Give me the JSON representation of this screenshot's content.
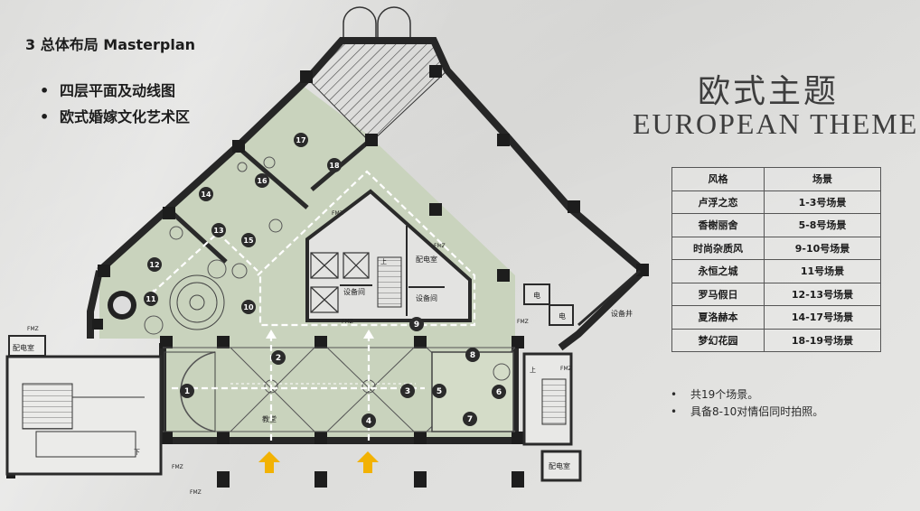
{
  "header": {
    "title": "3 总体布局 Masterplan",
    "bullets": [
      "四层平面及动线图",
      "欧式婚嫁文化艺术区"
    ]
  },
  "theme": {
    "cn_title": "欧式主题",
    "en_title": "EUROPEAN THEME"
  },
  "table": {
    "headers": [
      "风格",
      "场景"
    ],
    "rows": [
      [
        "卢浮之恋",
        "1-3号场景"
      ],
      [
        "香榭丽舍",
        "5-8号场景"
      ],
      [
        "时尚杂质风",
        "9-10号场景"
      ],
      [
        "永恒之城",
        "11号场景"
      ],
      [
        "罗马假日",
        "12-13号场景"
      ],
      [
        "夏洛赫本",
        "14-17号场景"
      ],
      [
        "梦幻花园",
        "18-19号场景"
      ]
    ]
  },
  "notes": [
    "共19个场景。",
    "具备8-10对情侣同时拍照。"
  ],
  "plan": {
    "room_labels": {
      "power_room_left": "配电室",
      "power_room_center": "配电室",
      "power_room_bottom": "配电室",
      "equipment_room_1": "设备间",
      "equipment_room_2": "设备间",
      "equipment_shaft": "设备井",
      "elec_1": "电",
      "elec_2": "电",
      "church": "教堂"
    },
    "fm_label": "FMZ",
    "up_label": "上",
    "down_label": "下",
    "scene_numbers": [
      "1",
      "2",
      "3",
      "4",
      "5",
      "6",
      "7",
      "8",
      "9",
      "10",
      "11",
      "12",
      "13",
      "14",
      "15",
      "16",
      "17",
      "18"
    ],
    "colors": {
      "wall": "#262626",
      "floor_green": "#c9d3bd",
      "floor_green_dark": "#b9c5ab",
      "entry_arrow": "#f2b203",
      "route": "#ffffff"
    }
  }
}
